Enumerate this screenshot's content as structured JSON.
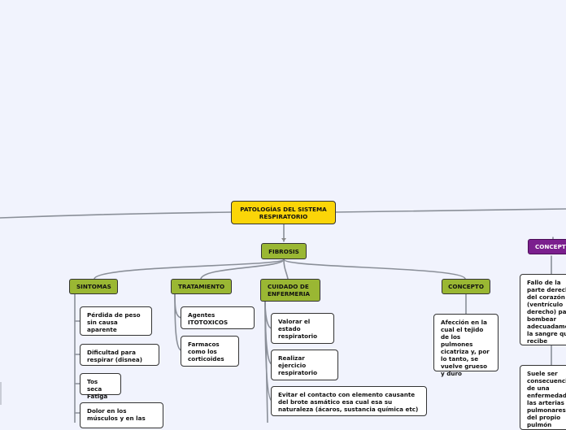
{
  "root": {
    "label": "PATOLOGÍAS DEL SISTEMA RESPIRATORIO"
  },
  "fibrosis": {
    "label": "FIBROSIS"
  },
  "branches": {
    "sintomas": "SINTOMAS",
    "tratamiento": "TRATAMIENTO",
    "cuidado": "CUIDADO DE ENFERMERIA",
    "concepto": "CONCEPTO",
    "concepto_right": "CONCEPTO"
  },
  "sintomas_items": [
    "Pérdida de peso sin causa aparente",
    "Dificultad para respirar (disnea)",
    "Tos seca Fatiga",
    "Dolor en los músculos y en las"
  ],
  "tratamiento_items": [
    "Agentes ITOTOXICOS",
    "Farmacos como los corticoides"
  ],
  "cuidado_items": [
    "Valorar el estado respiratorio",
    "Realizar ejercicio respiratorio",
    "Evitar el contacto con elemento causante del brote asmático esa cual esa su naturaleza (ácaros, sustancia química etc)"
  ],
  "concepto_text": "Afección en la cual el tejido de los pulmones cicatriza y, por lo tanto, se vuelve grueso y duro",
  "right_items": [
    "Fallo de la parte derecha del corazón (ventrículo derecho) para bombear adecuadamente la sangre que recibe",
    "Suele ser consecuencia de una enfermedad de las arterias pulmonares del propio pulmón"
  ]
}
